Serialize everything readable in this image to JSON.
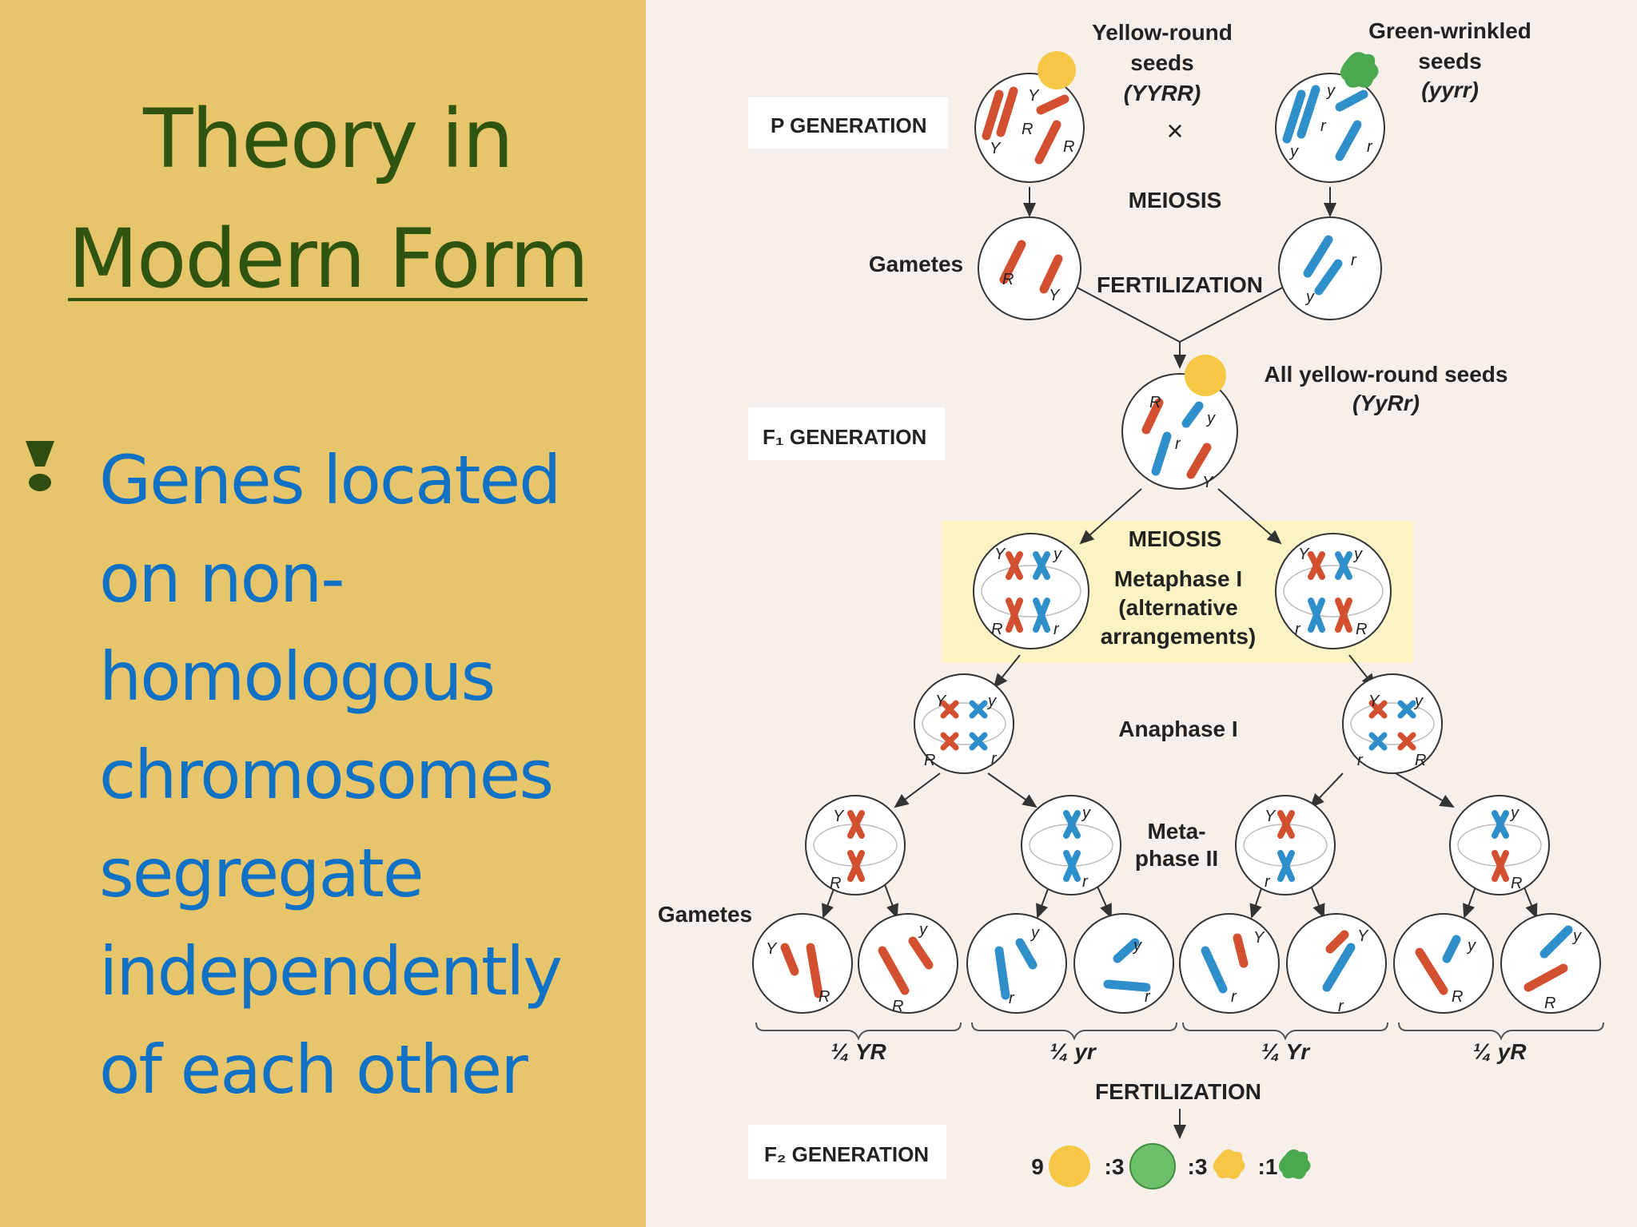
{
  "slide": {
    "title_line1": "Theory in",
    "title_line2": "Modern Form",
    "bullet_lines": [
      "Genes located",
      "on non-",
      "homologous",
      "chromosomes",
      "segregate",
      "independently",
      "of each other"
    ]
  },
  "diagram": {
    "p_generation": "P GENERATION",
    "parent1_label": [
      "Yellow-round",
      "seeds",
      "(YYRR)"
    ],
    "parent2_label": [
      "Green-wrinkled",
      "seeds",
      "(yyrr)"
    ],
    "cross": "×",
    "meiosis1": "MEIOSIS",
    "gametes1": "Gametes",
    "fertilization1": "FERTILIZATION",
    "f1_label": [
      "All yellow-round seeds",
      "(YyRr)"
    ],
    "f1_generation": "F₁ GENERATION",
    "meiosis2": "MEIOSIS",
    "metaphase1": [
      "Metaphase I",
      "(alternative",
      "arrangements)"
    ],
    "anaphase1": "Anaphase I",
    "metaphase2": [
      "Meta-",
      "phase II"
    ],
    "gametes2": "Gametes",
    "fractions": [
      "¼ YR",
      "¼ yr",
      "¼ Yr",
      "¼ yR"
    ],
    "fertilization2": "FERTILIZATION",
    "f2_generation": "F₂ GENERATION",
    "ratio": [
      "9",
      ":3",
      ":3",
      ":1"
    ],
    "colors": {
      "red": "#d2502f",
      "blue": "#2e8fcb",
      "yellow": "#f6c744",
      "green": "#4aa84f"
    }
  }
}
